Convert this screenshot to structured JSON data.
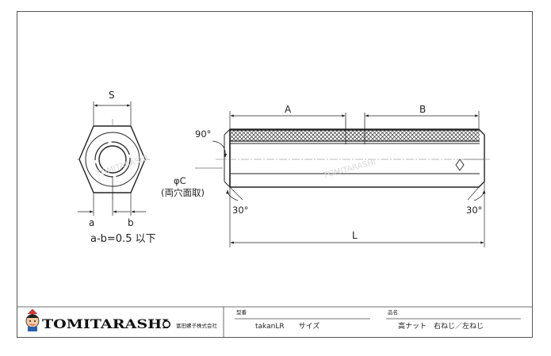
{
  "drawing": {
    "dim_s": "S",
    "dim_a": "a",
    "dim_b": "b",
    "tolerance_note": "a-b=0.5 以下",
    "dim_A": "A",
    "dim_B": "B",
    "angle_90": "90°",
    "dim_phi_c": "φC",
    "bore_chamfer": "(両穴面取)",
    "angle_30_left": "30°",
    "angle_30_right": "30°",
    "dim_L": "L",
    "watermark": "TOMITARASHI"
  },
  "title_block": {
    "brand": "TOMITARASHI",
    "company": "富田螺子株式会社",
    "model_label": "型番",
    "model_value": "takanLR　　サイズ",
    "name_label": "品名",
    "name_value": "高ナット　右ねじ／左ねじ"
  }
}
